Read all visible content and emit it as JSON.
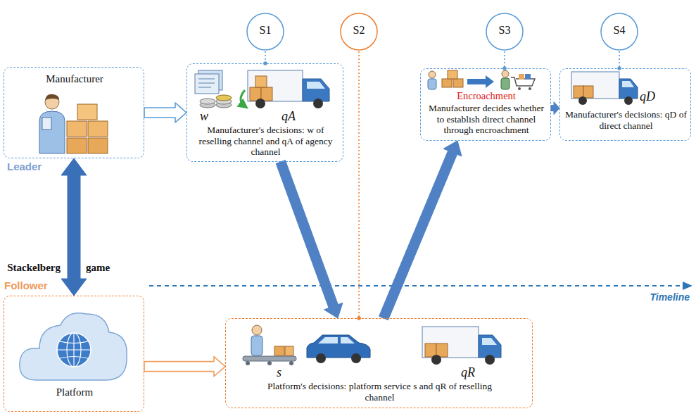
{
  "diagram": {
    "nodes": [
      {
        "text": [
          "S1"
        ]
      },
      {
        "text": [
          "S2"
        ]
      },
      {
        "text": [
          "S3"
        ]
      },
      {
        "text": [
          "S4"
        ]
      },
      {
        "text": [
          "Manufacturer"
        ]
      },
      {
        "text": [
          "w",
          "qA",
          "Manufacturer's decisions: w of reselling channel and qA of agency channel"
        ]
      },
      {
        "text": [
          "Encroachment",
          "Manufacturer decides whether to establish direct channel through encroachment"
        ]
      },
      {
        "text": [
          "qD",
          "Manufacturer's decisions: qD of direct channel"
        ]
      },
      {
        "text": [
          "Platform"
        ]
      },
      {
        "text": [
          "s",
          "qR",
          "Platform's decisions: platform service s and qR of reselling channel"
        ]
      }
    ],
    "edges": [
      {
        "from": 4,
        "to": 5,
        "arrow": "to"
      },
      {
        "from": 8,
        "to": 9,
        "arrow": "to"
      },
      {
        "from": 4,
        "to": 8,
        "arrow": "both"
      },
      {
        "from": 5,
        "to": 9,
        "arrow": "to"
      },
      {
        "from": 9,
        "to": 6,
        "arrow": "to"
      },
      {
        "from": 6,
        "to": 7,
        "arrow": "to"
      },
      {
        "from": 0,
        "to": 5,
        "arrow": "none"
      },
      {
        "from": 1,
        "to": 9,
        "arrow": "none"
      },
      {
        "from": 2,
        "to": 6,
        "arrow": "none"
      },
      {
        "from": 3,
        "to": 7,
        "arrow": "none"
      }
    ],
    "labels": [
      "Leader",
      "Follower",
      "Stackelberg",
      "game",
      "Timeline"
    ]
  }
}
